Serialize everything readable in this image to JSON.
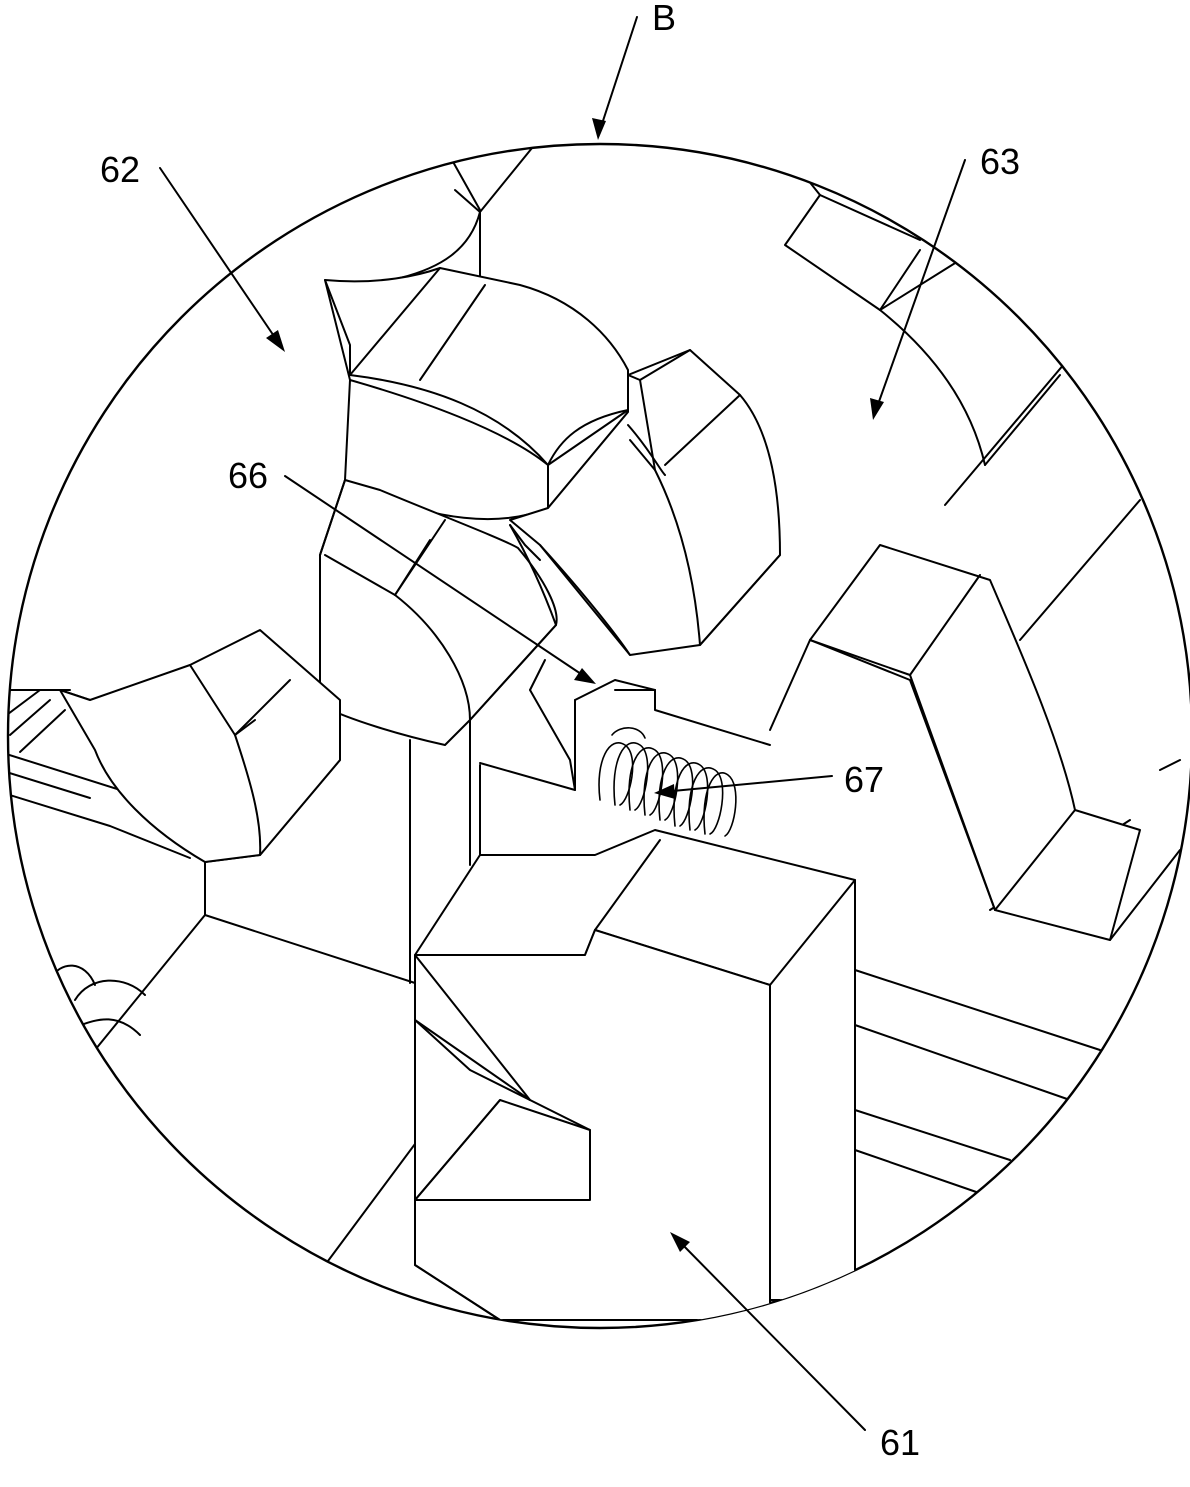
{
  "figure": {
    "view_label": "B",
    "callouts": [
      {
        "id": "62",
        "text": "62"
      },
      {
        "id": "63",
        "text": "63"
      },
      {
        "id": "66",
        "text": "66"
      },
      {
        "id": "67",
        "text": "67"
      },
      {
        "id": "61",
        "text": "61"
      }
    ]
  }
}
